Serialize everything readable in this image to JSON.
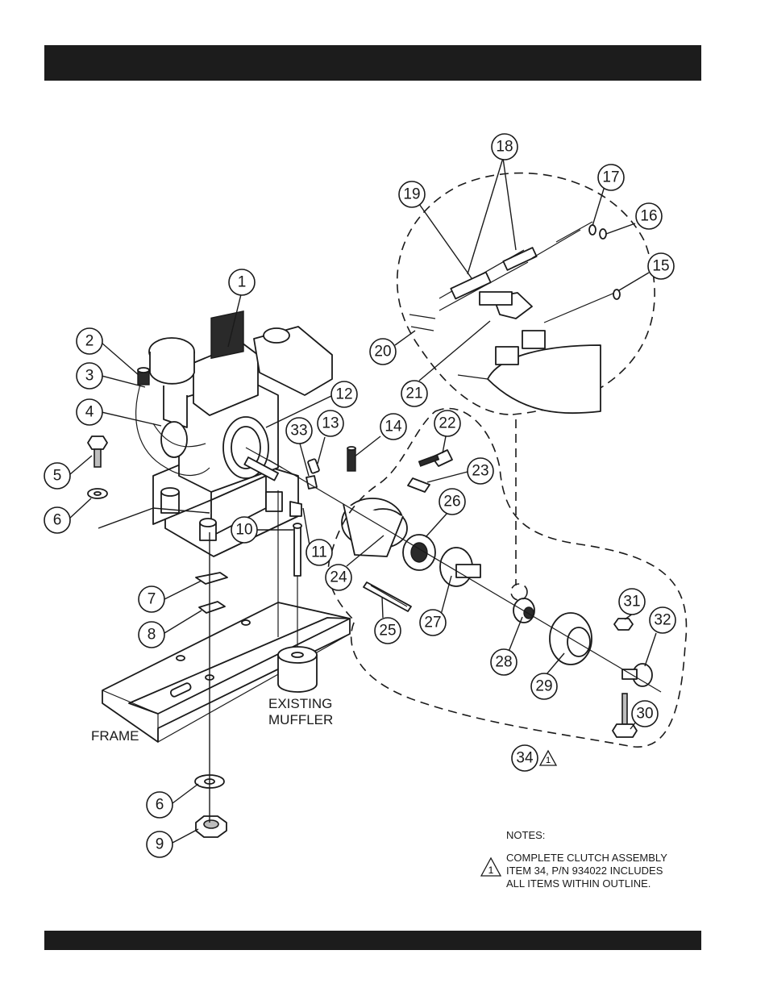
{
  "callouts": [
    {
      "n": "1"
    },
    {
      "n": "2"
    },
    {
      "n": "3"
    },
    {
      "n": "4"
    },
    {
      "n": "5"
    },
    {
      "n": "6"
    },
    {
      "n": "7"
    },
    {
      "n": "8"
    },
    {
      "n": "6"
    },
    {
      "n": "9"
    },
    {
      "n": "10"
    },
    {
      "n": "11"
    },
    {
      "n": "12"
    },
    {
      "n": "13"
    },
    {
      "n": "33"
    },
    {
      "n": "14"
    },
    {
      "n": "22"
    },
    {
      "n": "23"
    },
    {
      "n": "26"
    },
    {
      "n": "24"
    },
    {
      "n": "25"
    },
    {
      "n": "27"
    },
    {
      "n": "28"
    },
    {
      "n": "29"
    },
    {
      "n": "31"
    },
    {
      "n": "32"
    },
    {
      "n": "30"
    },
    {
      "n": "34"
    },
    {
      "n": "18"
    },
    {
      "n": "19"
    },
    {
      "n": "17"
    },
    {
      "n": "16"
    },
    {
      "n": "15"
    },
    {
      "n": "20"
    },
    {
      "n": "21"
    }
  ],
  "labels": {
    "frame": "FRAME",
    "muffler_line1": "EXISTING",
    "muffler_line2": "MUFFLER",
    "revision_mark": "1"
  },
  "notes": {
    "heading": "NOTES:",
    "line1": "COMPLETE CLUTCH ASSEMBLY",
    "line2": "ITEM 34, P/N 934022  INCLUDES",
    "line3": "ALL ITEMS WITHIN OUTLINE.",
    "marker": "1"
  },
  "colors": {
    "ink": "#1a1a1a",
    "bar": "#1c1c1c",
    "background": "#ffffff"
  }
}
